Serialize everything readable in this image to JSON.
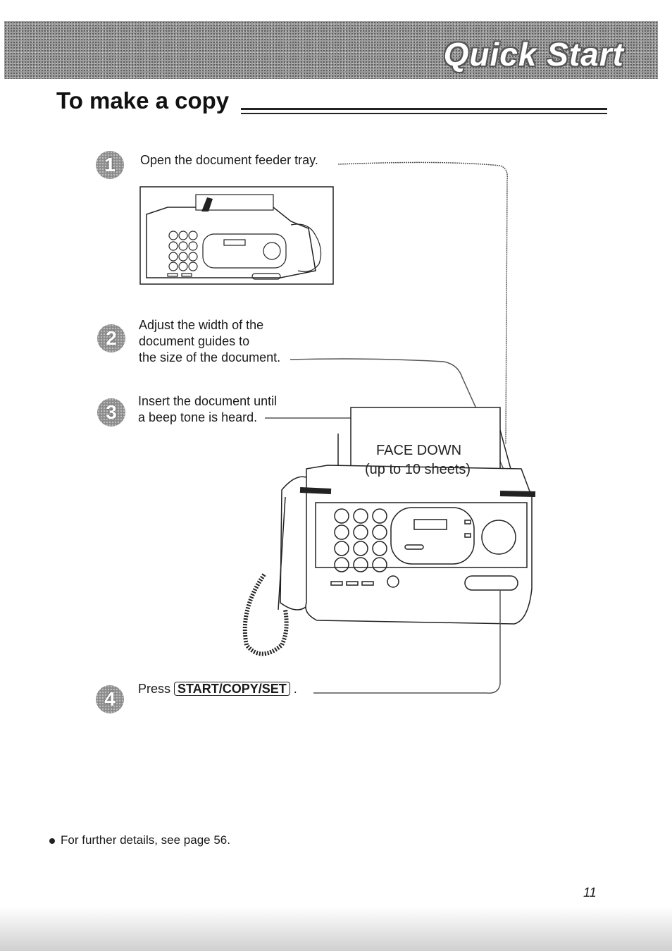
{
  "header": {
    "banner_title": "Quick Start"
  },
  "page_title": "To make a copy",
  "steps": [
    {
      "number": "1",
      "text": "Open the document feeder tray."
    },
    {
      "number": "2",
      "line1": "Adjust the width of the",
      "line2": "document guides to",
      "line3": "the size of the document."
    },
    {
      "number": "3",
      "line1": "Insert the document until",
      "line2": "a beep tone is heard."
    },
    {
      "number": "4",
      "prefix": "Press",
      "key": "START/COPY/SET",
      "suffix": "."
    }
  ],
  "illustration": {
    "callout_line1": "FACE DOWN",
    "callout_line2": "(up to 10 sheets)"
  },
  "footnote": "For further details, see page 56.",
  "page_number": "11"
}
